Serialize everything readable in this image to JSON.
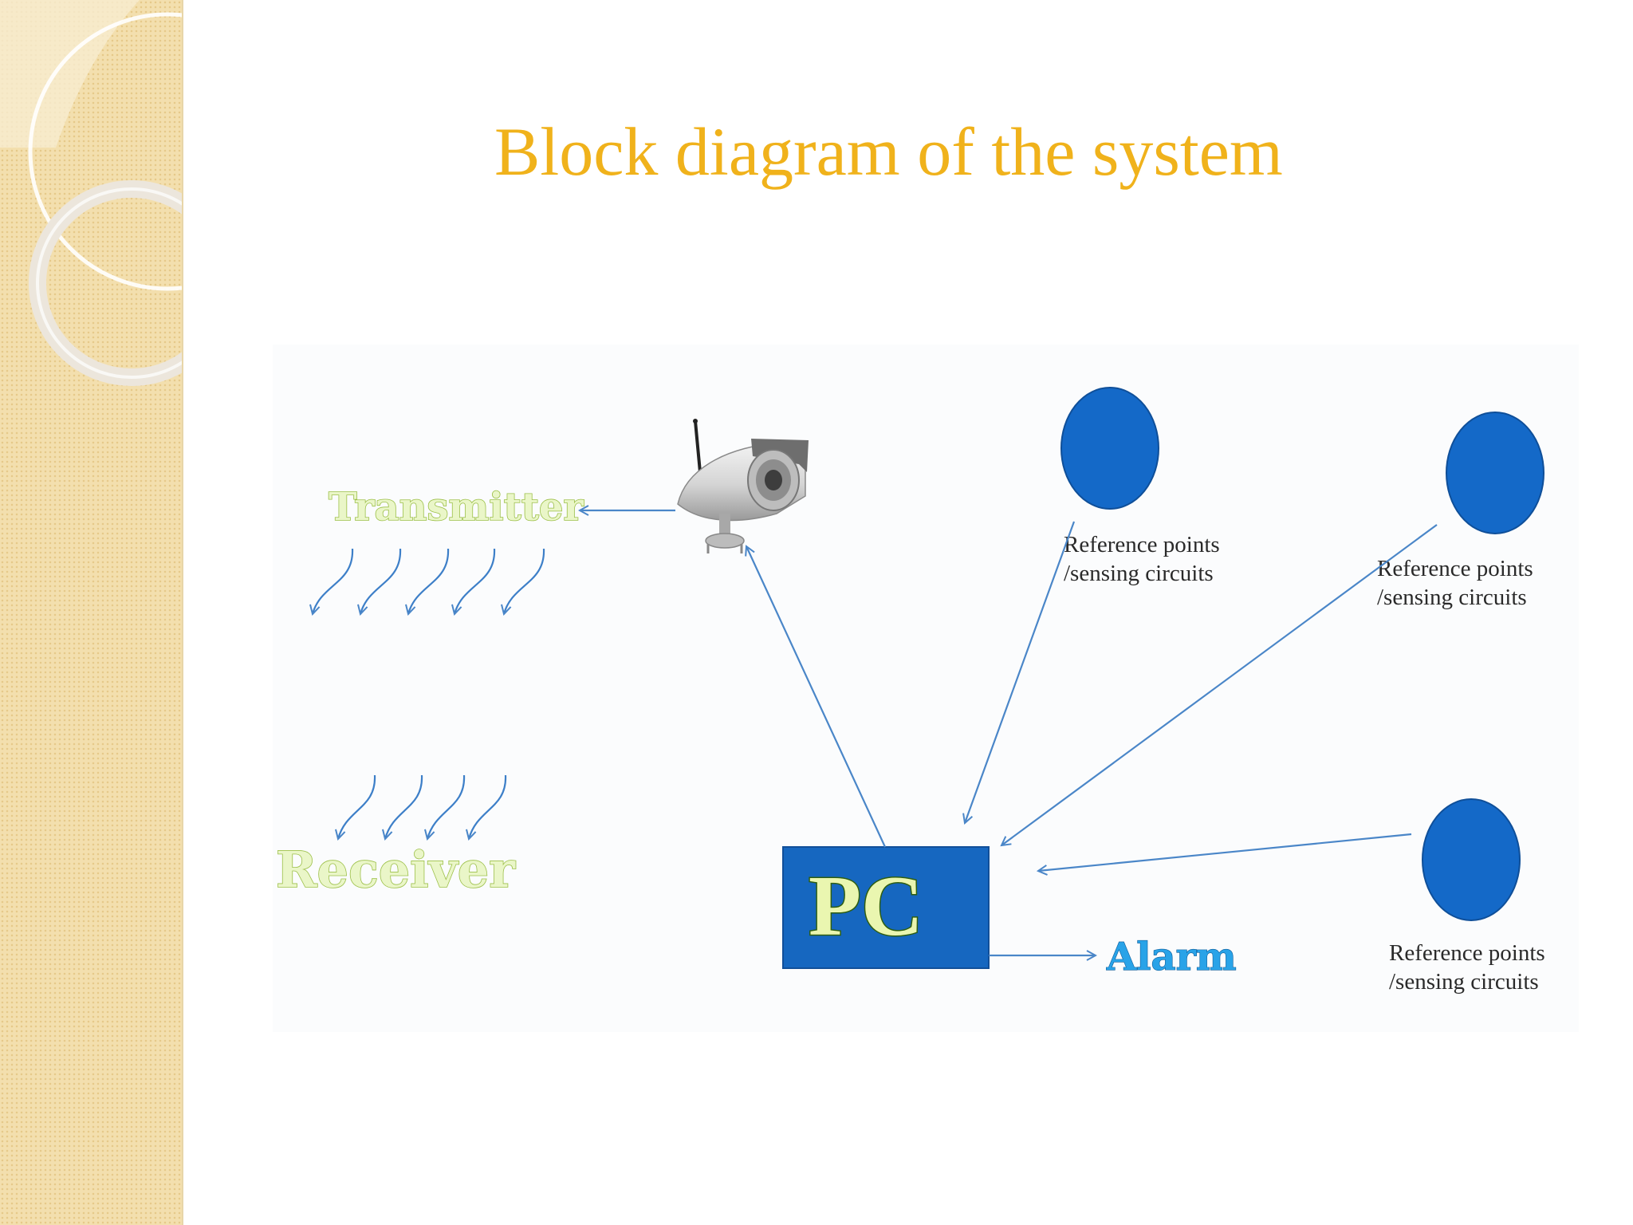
{
  "slide": {
    "title": "Block diagram of the system"
  },
  "diagram": {
    "transmitter_label": "Transmitter",
    "receiver_label": "Receiver",
    "pc_label": "PC",
    "alarm_label": "Alarm",
    "camera_icon": "security-camera-icon",
    "reference_nodes": [
      {
        "line1": "Reference points",
        "line2": "/sensing circuits"
      },
      {
        "line1": "Reference points",
        "line2": "/sensing circuits"
      },
      {
        "line1": "Reference points",
        "line2": "/sensing circuits"
      }
    ]
  },
  "colors": {
    "title": "#f0b21b",
    "sidebar": "#f3dfae",
    "node_fill": "#1469c8",
    "pc_box": "#1667c0",
    "arrow": "#4a86c8"
  }
}
